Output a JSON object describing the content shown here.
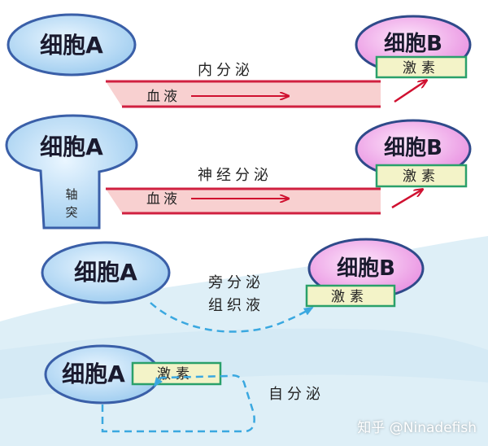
{
  "diagram": {
    "endocrine": {
      "cell_a": "细胞A",
      "cell_b": "细胞B",
      "hormone": "激素",
      "mode_label": "内分泌",
      "vessel_label": "血液"
    },
    "neuroendocrine": {
      "cell_a": "细胞A",
      "axon": [
        "轴",
        "突"
      ],
      "cell_b": "细胞B",
      "hormone": "激素",
      "mode_label": "神经分泌",
      "vessel_label": "血液"
    },
    "paracrine": {
      "cell_a": "细胞A",
      "cell_b": "细胞B",
      "hormone": "激素",
      "mode_label": "旁分泌",
      "medium_label": "组织液"
    },
    "autocrine": {
      "cell_a": "细胞A",
      "hormone": "激素",
      "mode_label": "自分泌"
    }
  },
  "watermark": "知乎 @Ninadefish",
  "colors": {
    "cell_a_fill": "#b9dcf5",
    "cell_a_stroke": "#3a5fa8",
    "cell_b_fill": "#f4b3ee",
    "cell_b_stroke": "#2f4a8a",
    "hormone_fill": "#f3f3c8",
    "hormone_stroke": "#2aa06a",
    "vessel_fill": "#f8d0d0",
    "vessel_stroke": "#d02040",
    "arrow_red": "#d01030",
    "dashed_blue": "#3aa8e0",
    "fluid_bg": "#d8ecf6"
  }
}
